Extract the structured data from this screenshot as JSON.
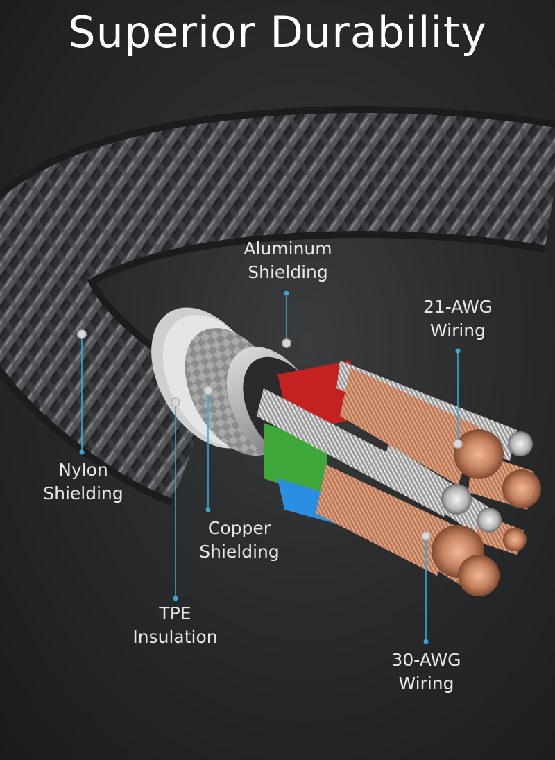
{
  "headline": "Superior Durability",
  "colors": {
    "background": "#2a2b2d",
    "callout_line": "#3aa6d8",
    "text": "#e8e8e8",
    "braid": "#3c3d40",
    "red_wire": "#c42121",
    "green_wire": "#3fa63a",
    "blue_wire": "#2a8fe0",
    "copper": "#c58a62",
    "silver": "#c9c9c9"
  },
  "callouts": {
    "aluminum": {
      "line1": "Aluminum",
      "line2": "Shielding"
    },
    "awg21": {
      "line1": "21-AWG",
      "line2": "Wiring"
    },
    "nylon": {
      "line1": "Nylon",
      "line2": "Shielding"
    },
    "copper": {
      "line1": "Copper",
      "line2": "Shielding"
    },
    "tpe": {
      "line1": "TPE",
      "line2": "Insulation"
    },
    "awg30": {
      "line1": "30-AWG",
      "line2": "Wiring"
    }
  }
}
